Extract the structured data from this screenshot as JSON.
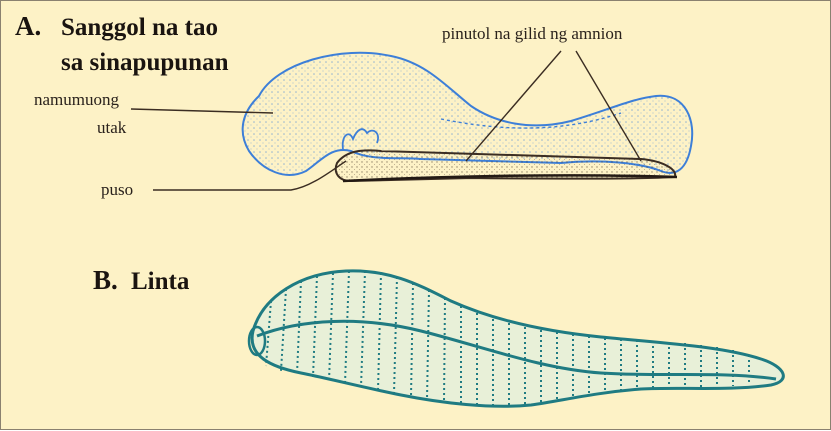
{
  "section_a": {
    "letter": "A.",
    "title_line1": "Sanggol na tao",
    "title_line2": "sa sinapupunan"
  },
  "section_b": {
    "letter": "B.",
    "title": "Linta"
  },
  "labels": {
    "amnion": "pinutol na gilid ng amnion",
    "brain_line1": "namumuong",
    "brain_line2": "utak",
    "heart": "puso"
  },
  "colors": {
    "background": "#fdf2c6",
    "embryo_outline": "#3d7fd8",
    "leech": "#1f7b82",
    "text": "#1a1410"
  }
}
